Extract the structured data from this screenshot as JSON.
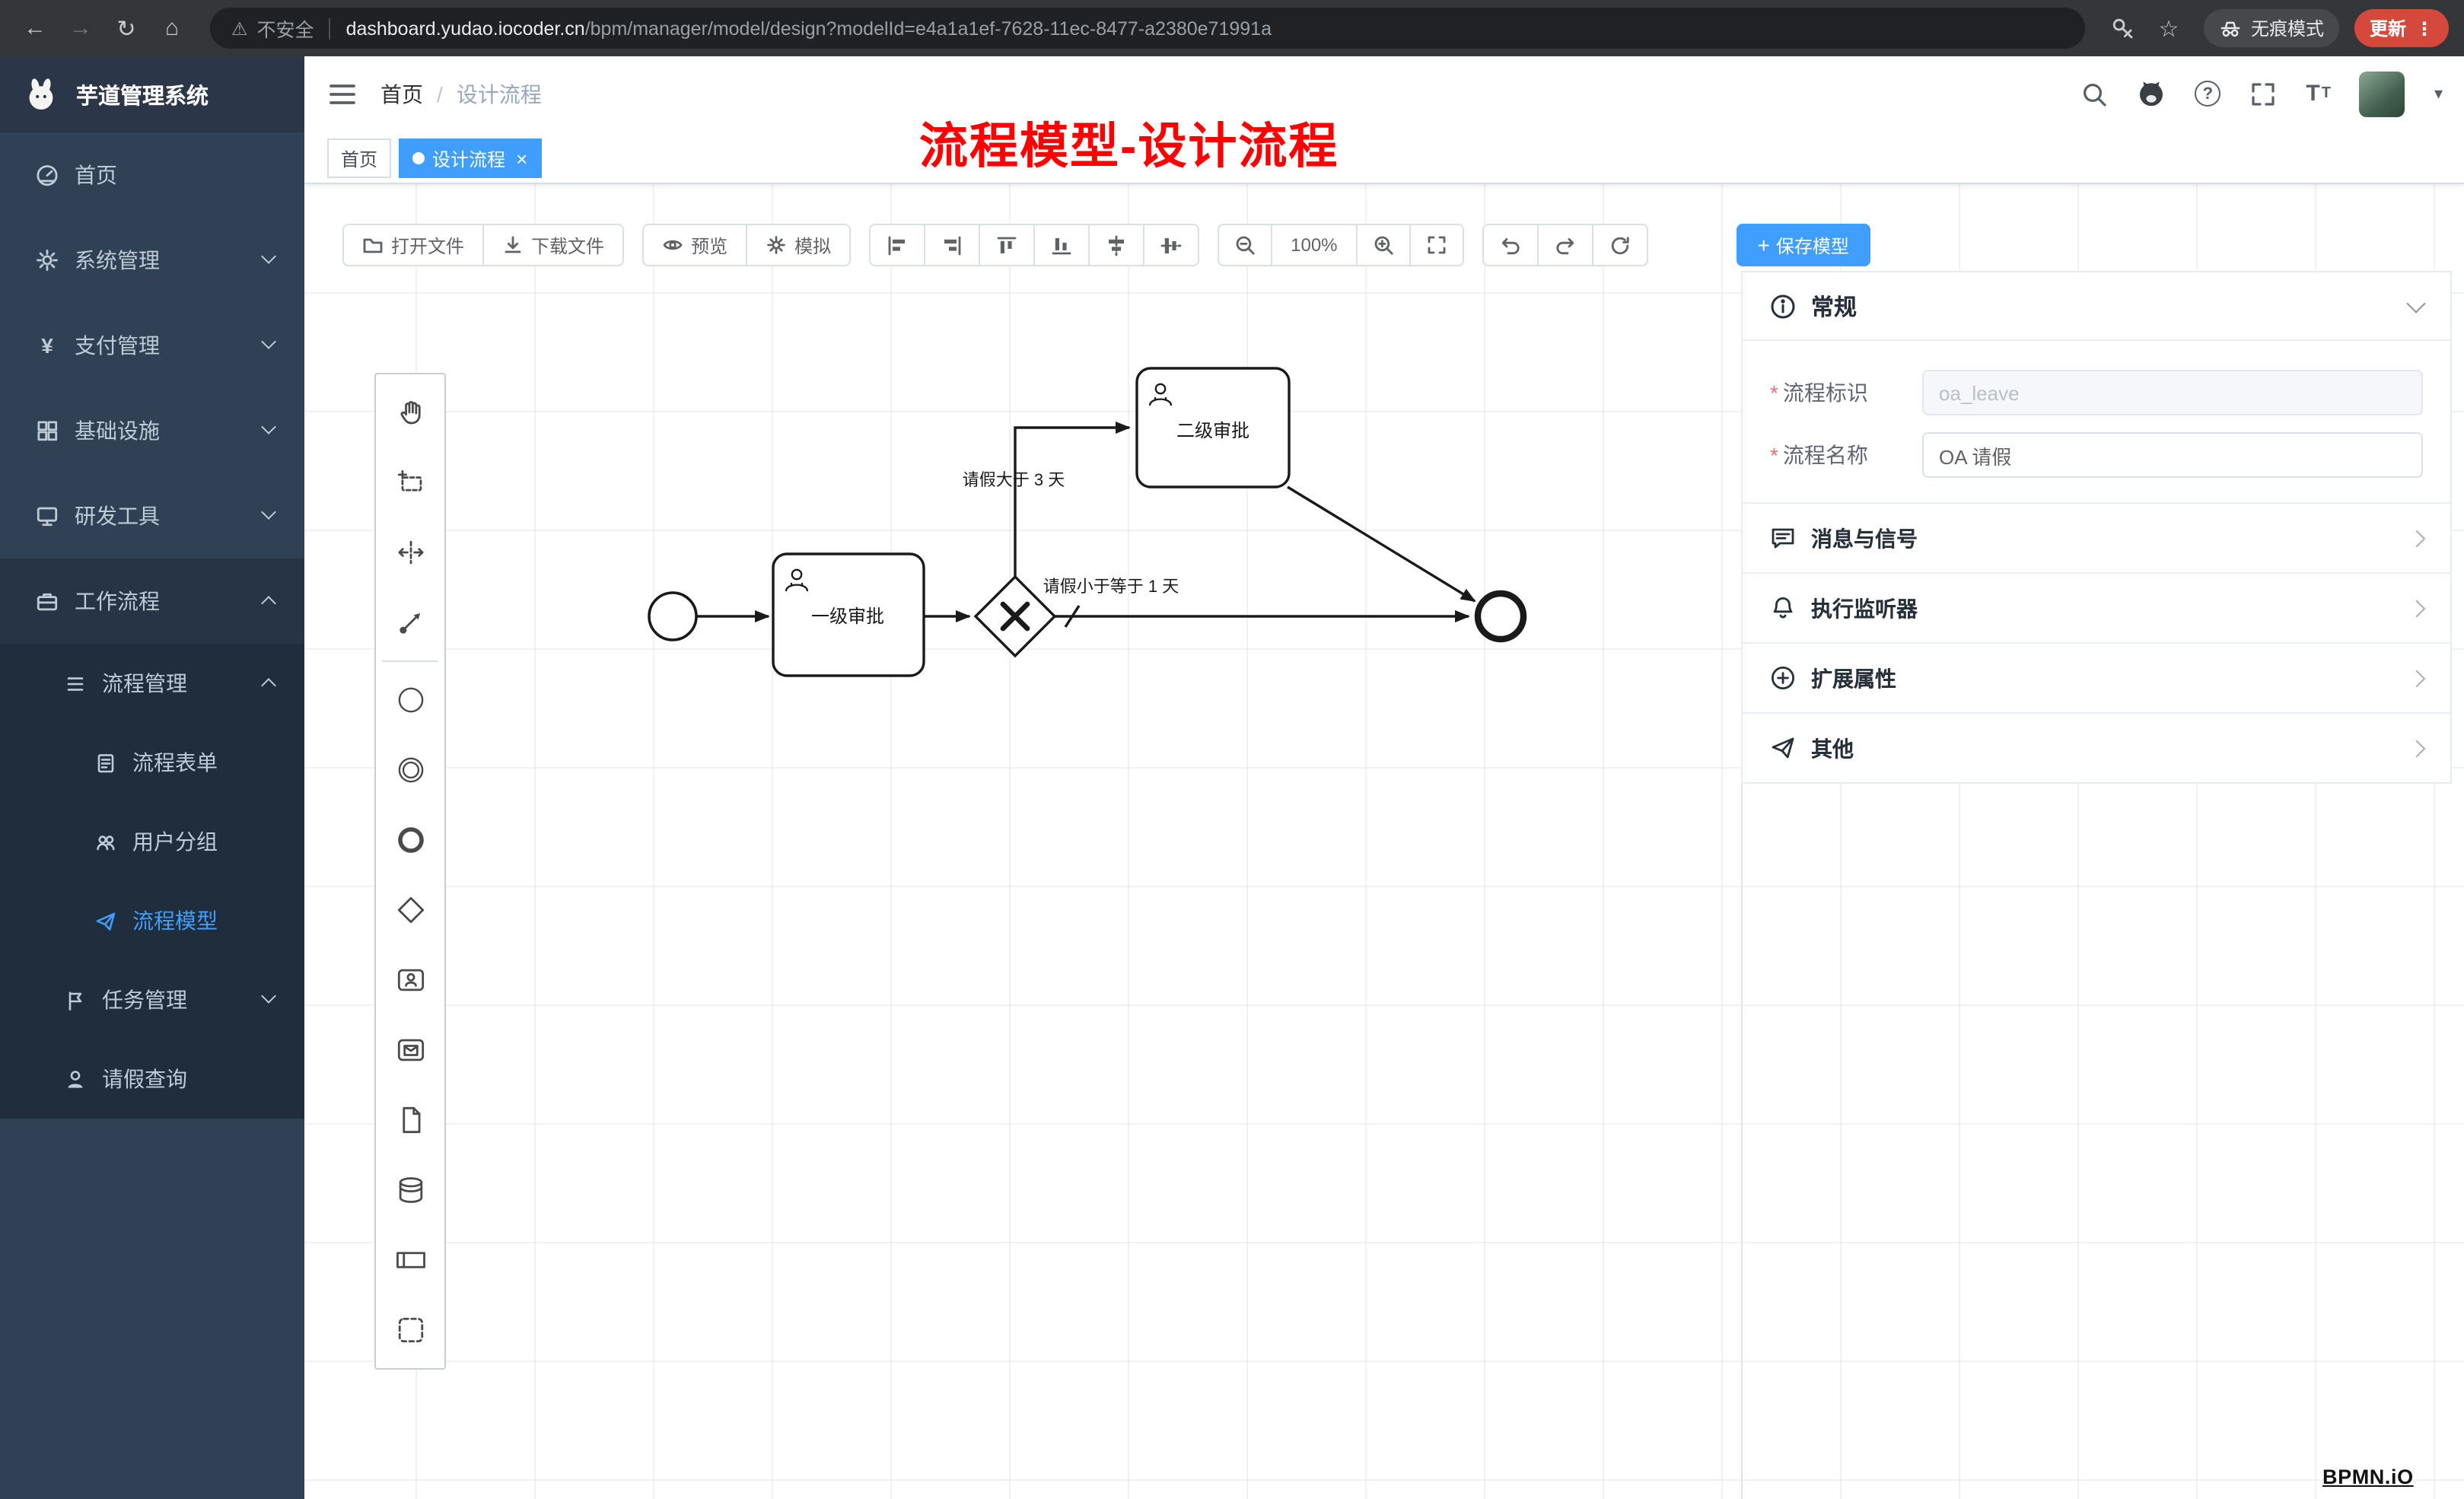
{
  "colors": {
    "accent": "#409eff",
    "annotation": "#ff0000",
    "sidebar_bg": "#304156",
    "submenu_bg": "#1f2d3d",
    "active_tab": "#409eff",
    "save_button": "#409eff",
    "update_chip": "#d5493d"
  },
  "icons": {
    "back": "←",
    "forward": "→",
    "reload": "↻",
    "home": "⌂",
    "star": "☆",
    "warning": "⚠",
    "menu_dots": "⋮",
    "close": "×",
    "plus": "+",
    "caret_down": "▾",
    "breadcrumb_separator": "/",
    "required_mark": "*",
    "yen": "¥",
    "help": "?",
    "font_letter": "T"
  },
  "browser": {
    "security_label": "不安全",
    "url_host": "dashboard.yudao.iocoder.cn",
    "url_path": "/bpm/manager/model/design?modelId=e4a1a1ef-7628-11ec-8477-a2380e71991a",
    "incognito_label": "无痕模式",
    "update_label": "更新"
  },
  "sidebar": {
    "logo_title": "芋道管理系统",
    "items": [
      {
        "label": "首页"
      },
      {
        "label": "系统管理"
      },
      {
        "label": "支付管理"
      },
      {
        "label": "基础设施"
      },
      {
        "label": "研发工具"
      },
      {
        "label": "工作流程"
      },
      {
        "label": "流程管理"
      },
      {
        "label": "流程表单"
      },
      {
        "label": "用户分组"
      },
      {
        "label": "流程模型"
      },
      {
        "label": "任务管理"
      },
      {
        "label": "请假查询"
      }
    ]
  },
  "header": {
    "breadcrumb_home": "首页",
    "breadcrumb_current": "设计流程"
  },
  "tabs": {
    "home": "首页",
    "design": "设计流程"
  },
  "annotation": {
    "text": "流程模型-设计流程"
  },
  "toolbar": {
    "open_file": "打开文件",
    "download_file": "下载文件",
    "preview": "预览",
    "simulate": "模拟",
    "zoom_level": "100%",
    "save_model": "保存模型"
  },
  "diagram": {
    "task_level1": "一级审批",
    "task_level2": "二级审批",
    "condition_gt": "请假大于 3 天",
    "condition_le": "请假小于等于 1 天"
  },
  "panel": {
    "general_title": "常规",
    "process_key": {
      "label": "流程标识",
      "value": "oa_leave"
    },
    "process_name": {
      "label": "流程名称",
      "value": "OA 请假"
    },
    "sections": [
      {
        "label": "消息与信号"
      },
      {
        "label": "执行监听器"
      },
      {
        "label": "扩展属性"
      },
      {
        "label": "其他"
      }
    ]
  },
  "watermark": {
    "text": "BPMN.iO"
  }
}
